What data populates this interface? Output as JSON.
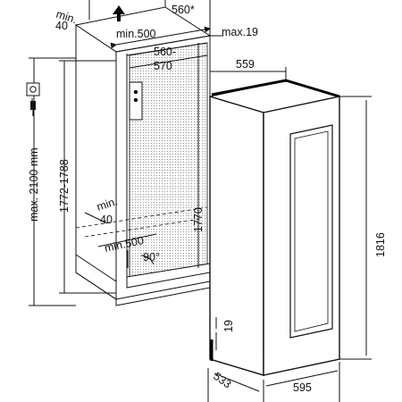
{
  "labels": {
    "top_min": "min.",
    "top_40": "40",
    "top_560": "560*",
    "top_min500": "min.500",
    "max19": "max.19",
    "inner_560": "560-",
    "inner_570": "570",
    "width_559": "559",
    "height_max2100": "max. 2100 mm",
    "height_1772": "1772-1788",
    "height_1770": "1770",
    "height_1816": "1816",
    "bottom_min": "min.",
    "bottom_40": "40",
    "bottom_min500": "min.500",
    "angle_90": "90°",
    "dim_19": "19",
    "depth_533": "533",
    "width_595": "595"
  },
  "icons": {
    "arrow": "up-arrow-icon",
    "socket": "power-socket-icon",
    "plug": "plug-icon"
  }
}
